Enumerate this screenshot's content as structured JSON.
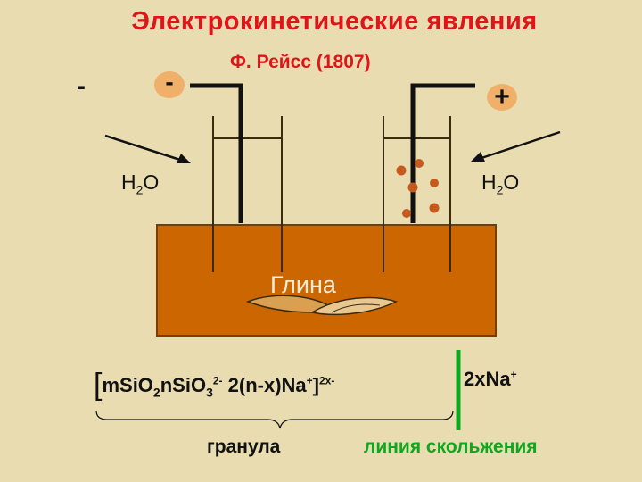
{
  "title": "Электрокинетические явления",
  "subtitle": "Ф. Рейсс (1807)",
  "polarity": {
    "left_sign": "-",
    "cathode_sign": "-",
    "anode_sign": "+"
  },
  "water": {
    "left": "H",
    "right": "H",
    "subscript": "2",
    "suffix": "O"
  },
  "clay_label": "Глина",
  "formula": {
    "open_bracket": "[",
    "p1": "mSiO",
    "s1": "2",
    "p2": "nSiO",
    "s2": "3",
    "sup1": "2-",
    "p3": " 2(n-x)Na",
    "sup2": "+",
    "p4": "]",
    "sup3": "2x-",
    "p5": "2xNa",
    "sup4": "+"
  },
  "granule_label": "гранула",
  "slip_line_label": "линия скольжения",
  "colors": {
    "title": "#e0151a",
    "background": "#e8dcb0",
    "clay": "#cc6600",
    "badge": "#f1b06a",
    "particles": "#c65a1e",
    "slip_line": "#0ea81f"
  }
}
